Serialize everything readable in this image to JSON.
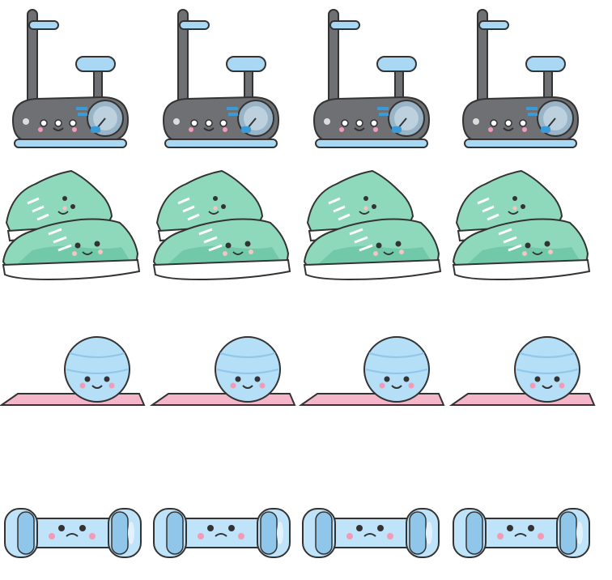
{
  "sheet": {
    "columns": 4,
    "rows": [
      {
        "icon": "exercise-bike-icon",
        "count": 4
      },
      {
        "icon": "sneakers-icon",
        "count": 4
      },
      {
        "icon": "exercise-ball-on-mat-icon",
        "count": 4
      },
      {
        "icon": "dumbbell-icon",
        "count": 4
      }
    ]
  },
  "colors": {
    "outline": "#333333",
    "bike_body": "#6f7073",
    "bike_light_blue": "#a9d8f5",
    "bike_dial": "#9ab4c7",
    "shoe_green": "#8ed8bb",
    "shoe_green_dark": "#66c3a1",
    "sole_white": "#ffffff",
    "ball_blue": "#b5def7",
    "mat_pink": "#f4b6c8",
    "dumbbell_blue": "#bfe3f8",
    "blush_pink": "#f29bb6"
  }
}
